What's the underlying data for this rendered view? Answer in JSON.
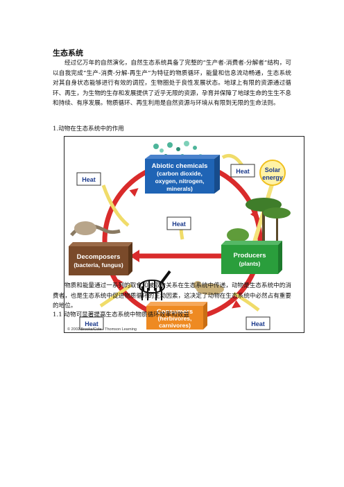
{
  "doc": {
    "title": "生态系统",
    "paragraph1": "经过亿万年的自然演化，自然生态系统具备了完整的“生产者-消费者-分解者”结构，可以自我完成“生产-消费-分解-再生产”为特征的物质循环，能量和信息流动畅通，生态系统对其自身状态能够进行有效的调控，生物圈处于良性发展状态。地球上有限的资源通过循环、再生，为生物的生存和发展提供了近乎无限的资源，孕育并保障了地球生命的生生不息和持续、有序发展。物质循环、再生利用是自然资源与环境从有限到无限的生命法则。",
    "heading1": "1.动物在生态系统中的作用",
    "paragraph2": "物质和能量通过一系列的取食和被取食关系在生态系统中传递，动物是生态系统中的消费者，也是生态系统中促进物质循环的主动因素，这决定了动物在生态系统中必然占有重要的地位。",
    "heading2": "1.1   动物可显著提高生态系统中物质循环效率和效益"
  },
  "figure": {
    "abiotic": [
      "Abiotic chemicals",
      "(carbon dioxide,",
      "oxygen, nitrogen,",
      "minerals)"
    ],
    "producers": [
      "Producers",
      "(plants)"
    ],
    "consumers": [
      "Consumers",
      "(herbivores,",
      "carnivores)"
    ],
    "decomposers": [
      "Decomposers",
      "(bacteria, fungus)"
    ],
    "heat_label": "Heat",
    "solar": [
      "Solar",
      "energy"
    ],
    "copyright": "© 2002 Brooks/Cole · Thomson Learning",
    "colors": {
      "abiotic": "#1f64b5",
      "producers": "#2a9e3c",
      "consumers": "#ee8a22",
      "decomposers": "#7a4a2a",
      "cycle_arrow": "#d92b2b",
      "heat_arrow": "#f4e27a",
      "heat_box": "#ffffff"
    }
  }
}
